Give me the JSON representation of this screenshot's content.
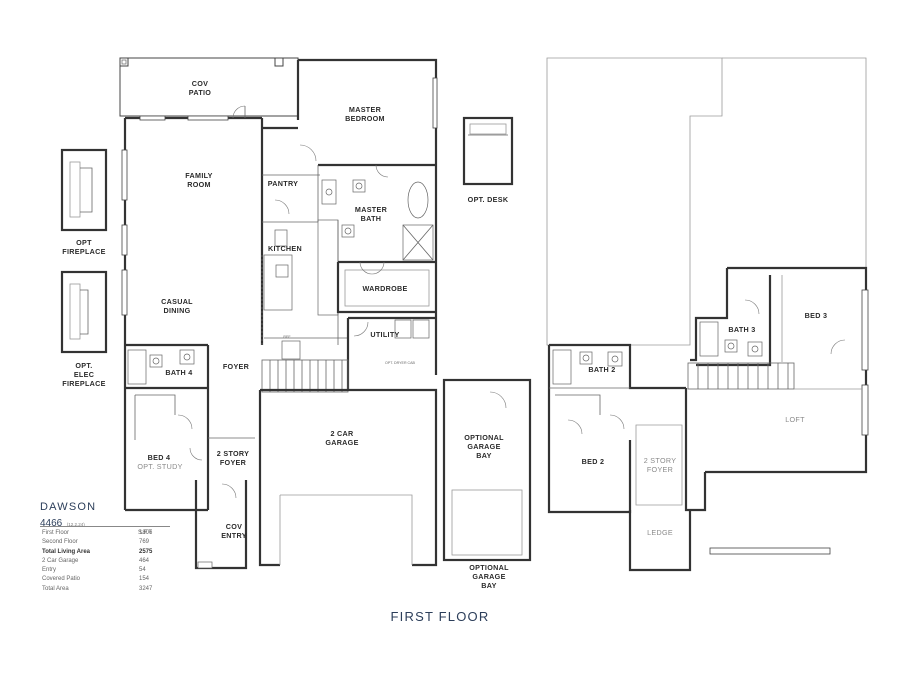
{
  "rooms": {
    "cov_patio_1": "COV",
    "cov_patio_2": "PATIO",
    "master_bedroom_1": "MASTER",
    "master_bedroom_2": "BEDROOM",
    "family_room_1": "FAMILY",
    "family_room_2": "ROOM",
    "pantry": "PANTRY",
    "master_bath_1": "MASTER",
    "master_bath_2": "BATH",
    "kitchen": "KITCHEN",
    "wardrobe": "WARDROBE",
    "casual_dining_1": "CASUAL",
    "casual_dining_2": "DINING",
    "utility": "UTILITY",
    "foyer": "FOYER",
    "bath4": "BATH 4",
    "garage_1": "2 CAR",
    "garage_2": "GARAGE",
    "bed4": "BED 4",
    "opt_study": "OPT. STUDY",
    "story_foyer_1": "2 STORY",
    "story_foyer_2": "FOYER",
    "cov_entry_1": "COV",
    "cov_entry_2": "ENTRY",
    "opt_garage_bay_1": "OPTIONAL",
    "opt_garage_bay_2": "GARAGE",
    "opt_garage_bay_3": "BAY",
    "opt_desk": "OPT. DESK",
    "opt_fireplace_1": "OPT",
    "opt_fireplace_2": "FIREPLACE",
    "opt_elec_fireplace_1": "OPT.",
    "opt_elec_fireplace_2": "ELEC",
    "opt_elec_fireplace_3": "FIREPLACE",
    "bath3": "BATH 3",
    "bed3": "BED 3",
    "bath2": "BATH 2",
    "loft": "LOFT",
    "bed2": "BED 2",
    "upper_foyer_1": "2 STORY",
    "upper_foyer_2": "FOYER",
    "ledge": "LEDGE",
    "ref": "REF",
    "opt_dryer": "OPT. DRYER CAB"
  },
  "info": {
    "model_name": "DAWSON",
    "model_number": "4466",
    "model_date": "(12.2.24)",
    "sqft_header": "S.F.T",
    "rows": [
      {
        "label": "First Floor",
        "value": "1806",
        "bold": false
      },
      {
        "label": "Second Floor",
        "value": "769",
        "bold": false
      },
      {
        "label": "Total Living Area",
        "value": "2575",
        "bold": true
      },
      {
        "label": "2 Car Garage",
        "value": "464",
        "bold": false
      },
      {
        "label": "Entry",
        "value": "54",
        "bold": false
      },
      {
        "label": "Covered Patio",
        "value": "154",
        "bold": false
      },
      {
        "label": "Total Area",
        "value": "3247",
        "bold": false
      }
    ]
  },
  "floor_title": "FIRST FLOOR",
  "colors": {
    "wall": "#333333",
    "title": "#2c3e5a",
    "light_label": "#8a8a8a"
  }
}
